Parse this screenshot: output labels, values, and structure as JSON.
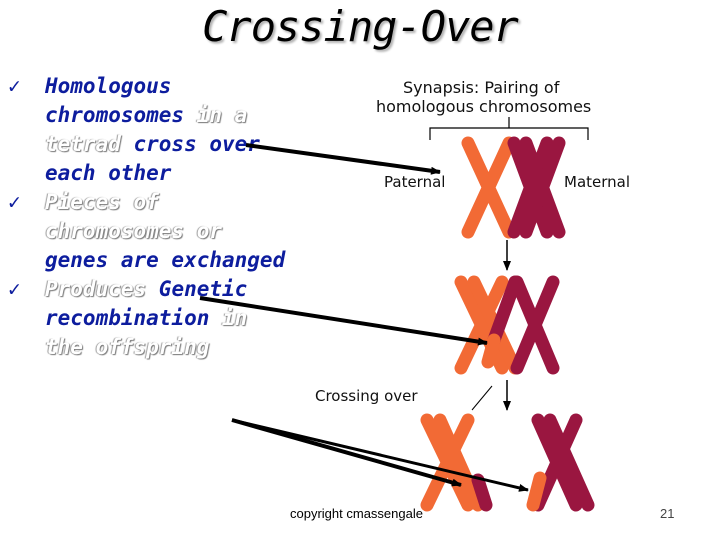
{
  "title": "Crossing-Over",
  "bullets": [
    {
      "parts": [
        {
          "t": "Homologous chromosomes ",
          "hl": false
        },
        {
          "t": "in a tetrad",
          "hl": true
        },
        {
          "t": " cross over each other",
          "hl": false
        }
      ]
    },
    {
      "parts": [
        {
          "t": "Pieces of chromosomes or",
          "hl": true
        },
        {
          "t": " genes are exchanged",
          "hl": false
        }
      ]
    },
    {
      "parts": [
        {
          "t": "Produces",
          "hl": true
        },
        {
          "t": " Genetic recombination ",
          "hl": false
        },
        {
          "t": "in the offspring",
          "hl": true
        }
      ]
    }
  ],
  "diagram": {
    "heading_line1": "Synapsis: Pairing of",
    "heading_line2": "homologous chromosomes",
    "paternal_label": "Paternal",
    "maternal_label": "Maternal",
    "crossing_label": "Crossing over"
  },
  "colors": {
    "paternal": "#f26a35",
    "maternal": "#9a1640",
    "text_blue": "#0d1d9e"
  },
  "footer": "copyright cmassengale",
  "page_number": "21"
}
